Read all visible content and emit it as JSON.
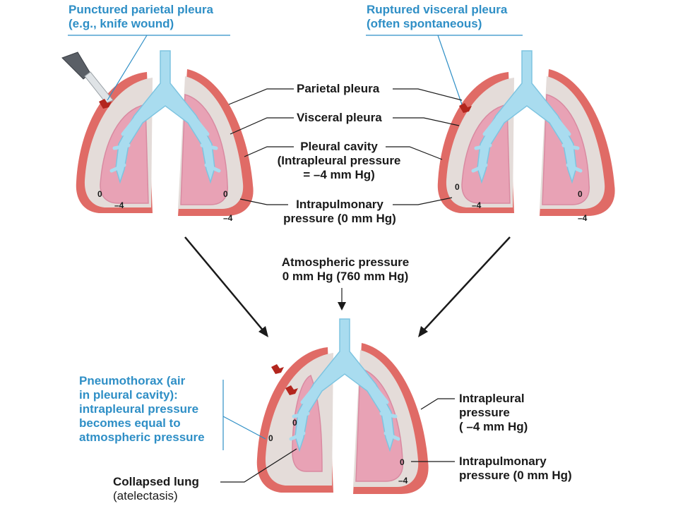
{
  "labels": {
    "punctured": [
      "Punctured parietal pleura",
      "(e.g., knife wound)"
    ],
    "ruptured": [
      "Ruptured visceral pleura",
      "(often spontaneous)"
    ],
    "parietal_pleura": "Parietal pleura",
    "visceral_pleura": "Visceral pleura",
    "pleural_cavity": [
      "Pleural cavity",
      "(Intrapleural pressure",
      "= –4 mm Hg)"
    ],
    "intrapulmonary": [
      "Intrapulmonary",
      "pressure (0 mm Hg)"
    ],
    "atmospheric": [
      "Atmospheric pressure",
      "0 mm Hg (760 mm Hg)"
    ],
    "pneumothorax": {
      "term": "Pneumothorax",
      "rest_line1": " (air",
      "lines": [
        "in pleural cavity):",
        "intrapleural pressure",
        "becomes equal to",
        "atmospheric pressure"
      ]
    },
    "collapsed": {
      "term": "Collapsed lung",
      "sub": "(atelectasis)"
    },
    "intrapleural_right": [
      "Intrapleural",
      "pressure",
      "( –4 mm Hg)"
    ],
    "intrapulmonary_right": [
      "Intrapulmonary",
      "pressure (0 mm Hg)"
    ]
  },
  "pressure_values": {
    "zero": "0",
    "minus_four": "–4"
  },
  "colors": {
    "wall": "#e06b66",
    "wall_dark": "#c84c4a",
    "pleural_space": "#e4dcd9",
    "lung": "#e8a2b5",
    "lung_dark": "#d98aa1",
    "airway": "#a9dcef",
    "airway_edge": "#7ec4e0",
    "accent_blue": "#2f8fc6",
    "line": "#1a1a1a"
  }
}
